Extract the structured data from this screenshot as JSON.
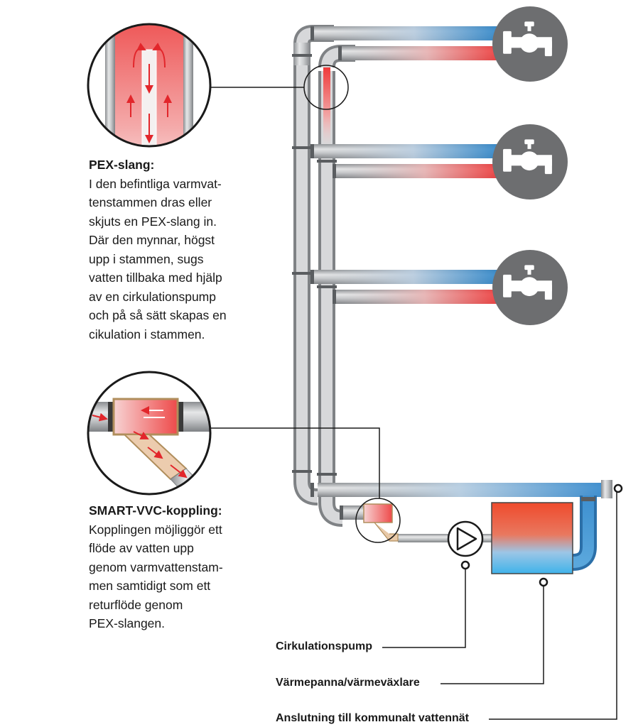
{
  "pex": {
    "heading": "PEX-slang:",
    "text": "I den befintliga varmvat-\ntenstammen dras eller\nskjuts en PEX-slang in.\nDär den mynnar, högst\nupp i stammen, sugs\nvatten tillbaka med hjälp\nav en cirkulationspump\noch på så sätt skapas en\ncikulation i stammen."
  },
  "smart": {
    "heading": "SMART-VVC-koppling:",
    "text": "Kopplingen möjliggör ett\nflöde av vatten upp\ngenom varmvattenstam-\nmen samtidigt som ett\nreturflöde genom\nPEX-slangen."
  },
  "labels": {
    "pump": "Cirkulationspump",
    "boiler": "Värmepanna/värmeväxlare",
    "connection": "Anslutning till kommunalt vattennät"
  },
  "colors": {
    "hot": "#ef3b3b",
    "cold": "#2f86c9",
    "pipe": "#c4c6c8",
    "tap_circle": "#6d6e70",
    "line": "#1a1a1a"
  },
  "icons": [
    "faucet-icon",
    "circulation-pump-icon",
    "boiler-icon",
    "connection-point-icon"
  ]
}
